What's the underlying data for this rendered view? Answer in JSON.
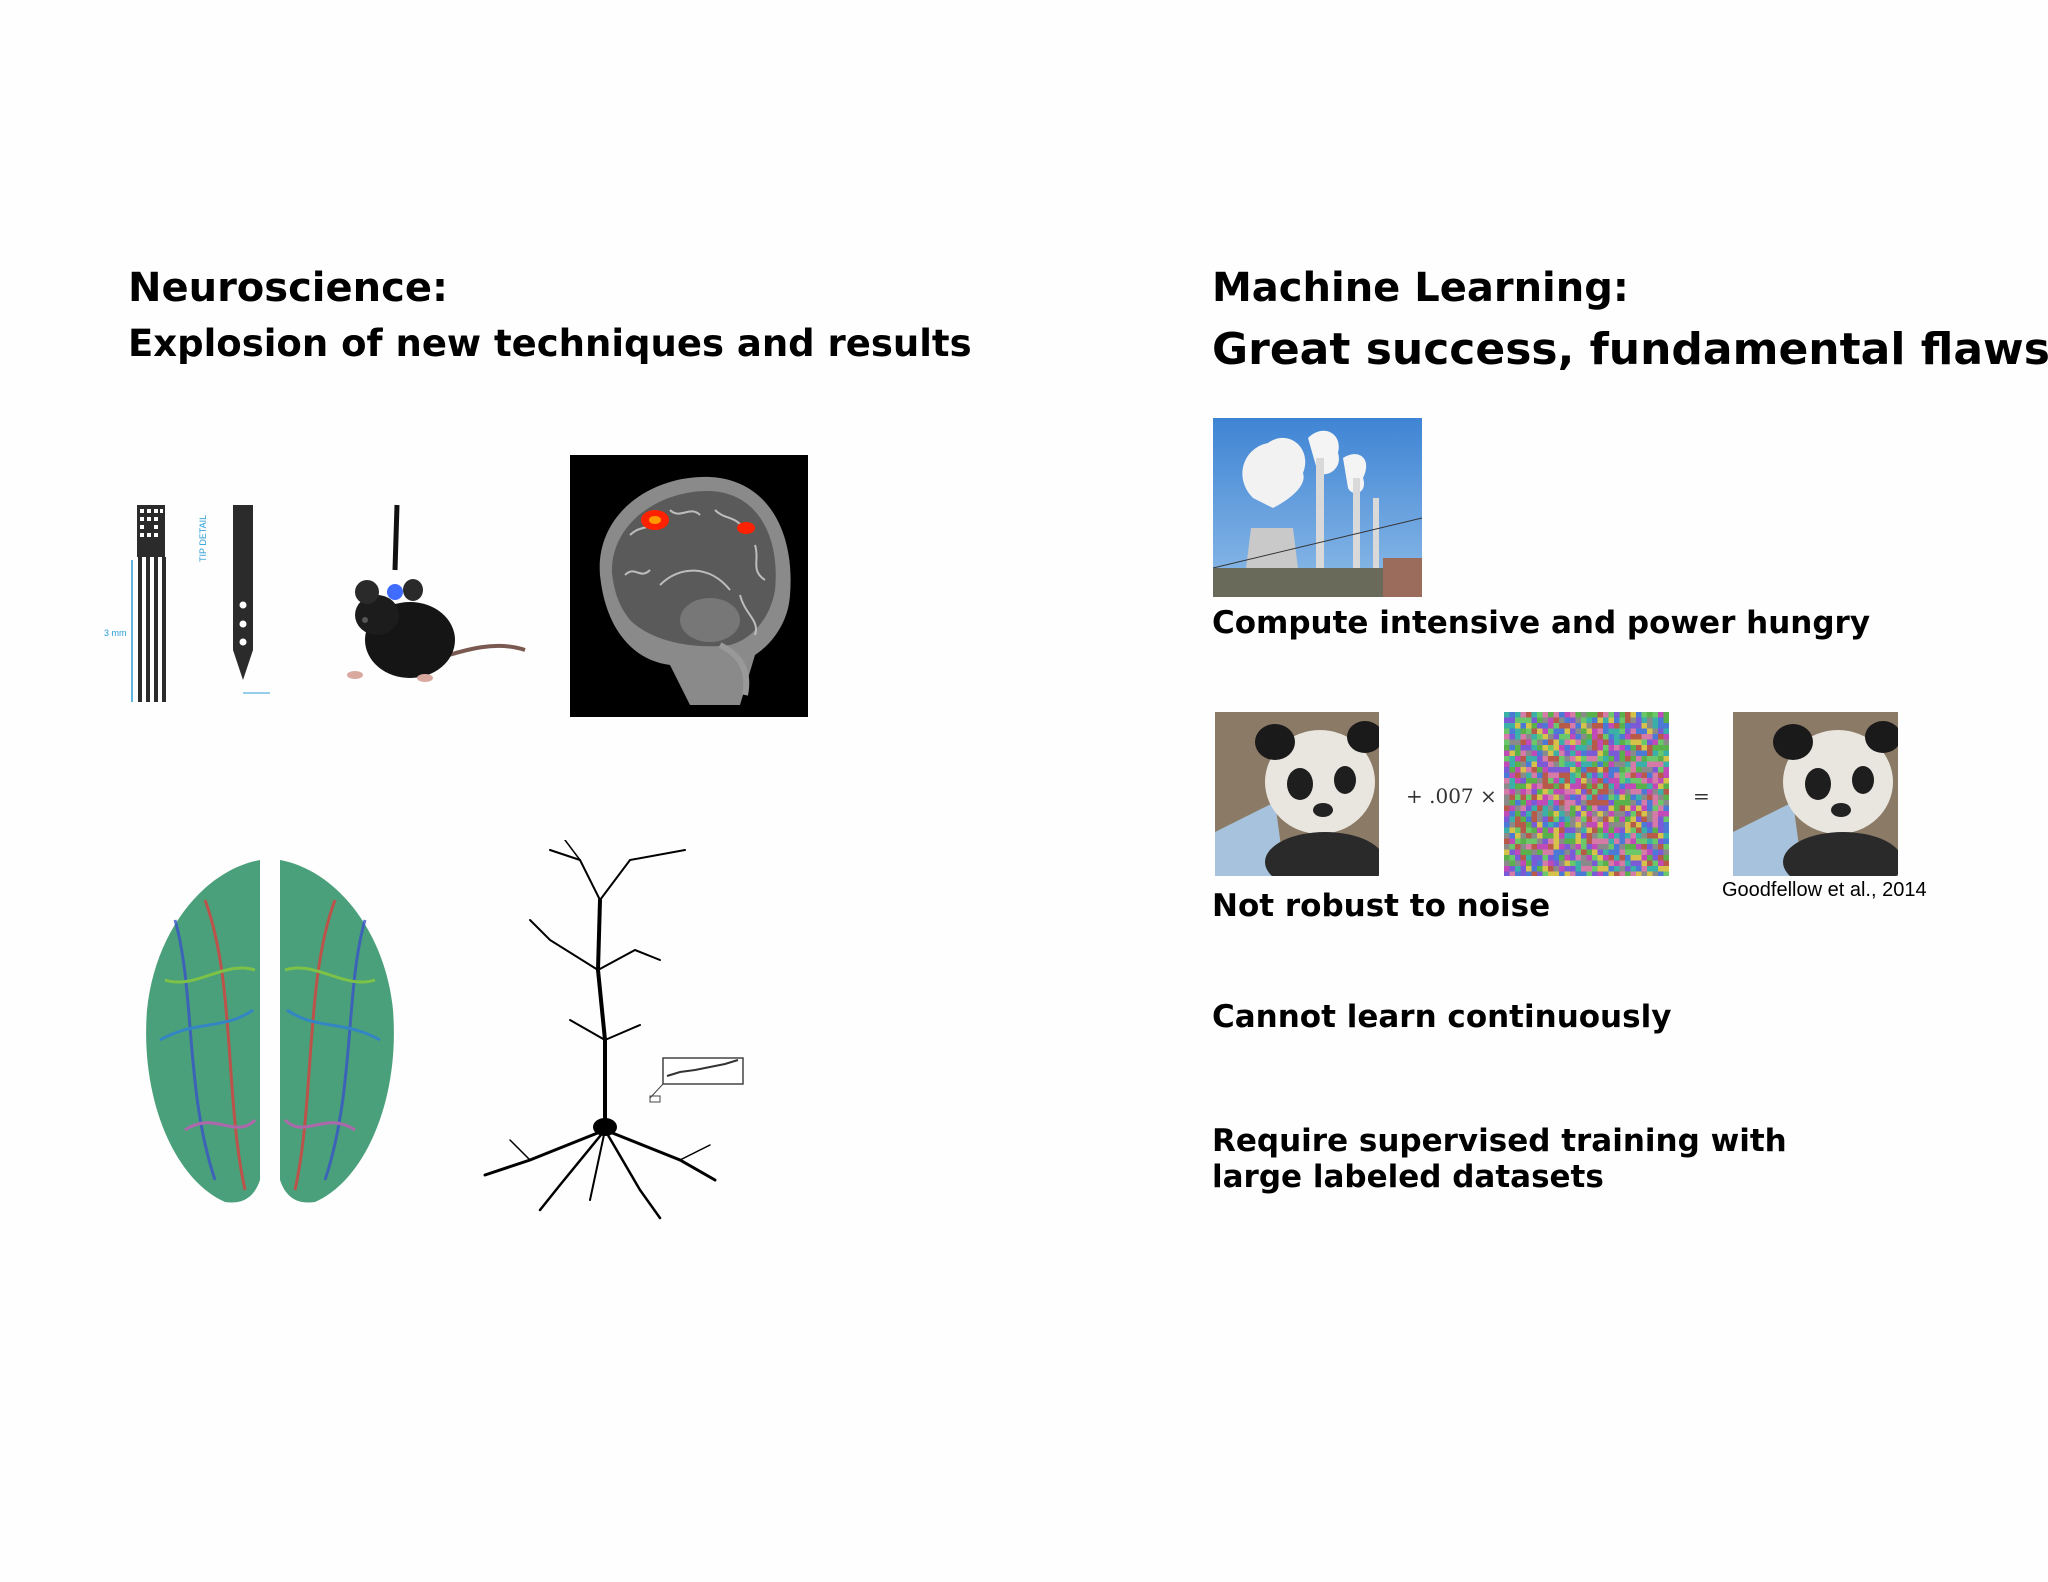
{
  "neuroscience": {
    "title": "Neuroscience:",
    "subtitle": "Explosion of new techniques and results",
    "figures": {
      "probe_scale_label": "3 mm",
      "probe_tip_label": "TIP DETAIL"
    }
  },
  "machine_learning": {
    "title": "Machine Learning:",
    "subtitle": "Great success, fundamental flaws",
    "flaws": [
      "Compute intensive and power hungry",
      "Not robust to noise",
      "Cannot learn continuously",
      "Require supervised training with\nlarge labeled datasets"
    ],
    "adversarial_example": {
      "operator_add": "+ .007 ×",
      "operator_equals": "=",
      "citation": "Goodfellow et al., 2014"
    }
  },
  "colors": {
    "text": "#000000",
    "probe_blue": "#2a9fd6",
    "fmri_activation": "#ff2200",
    "sky": "#4a90d9"
  }
}
